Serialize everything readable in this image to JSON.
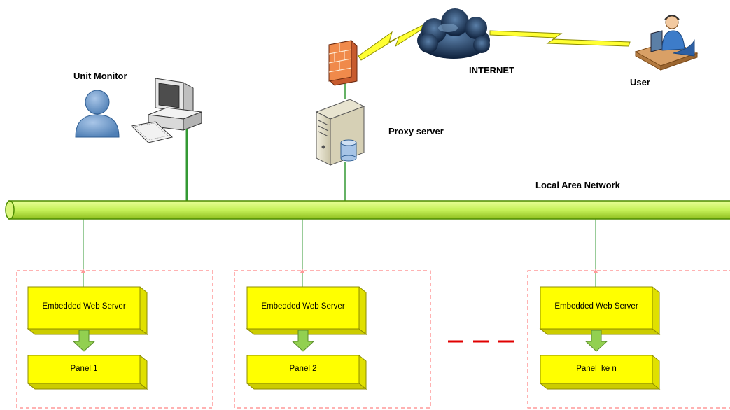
{
  "labels": {
    "unit_monitor": "Unit Monitor",
    "internet": "INTERNET",
    "user": "User",
    "proxy_server": "Proxy server",
    "lan": "Local Area Network"
  },
  "nodes": [
    {
      "server": "Embedded Web Server",
      "panel": "Panel 1"
    },
    {
      "server": "Embedded Web Server",
      "panel": "Panel 2"
    },
    {
      "server": "Embedded Web Server",
      "panel": "Panel  ke n"
    }
  ],
  "colors": {
    "box_fill": "#ffff00",
    "box_side": "#e6e600",
    "box_stroke": "#8c8c00",
    "arrow": "#92d050",
    "bus": "#ccff66",
    "bus_stroke": "#4d8c00",
    "line": "#339933",
    "dash_border": "#ff6666",
    "ellipsis": "#e00000",
    "lightning": "#ffff33"
  },
  "icons": {
    "monitor_user": "person-icon",
    "computer": "desktop-computer-icon",
    "firewall": "firewall-icon",
    "cloud": "internet-cloud-icon",
    "server": "proxy-server-icon",
    "remote_user": "user-at-desk-icon"
  }
}
